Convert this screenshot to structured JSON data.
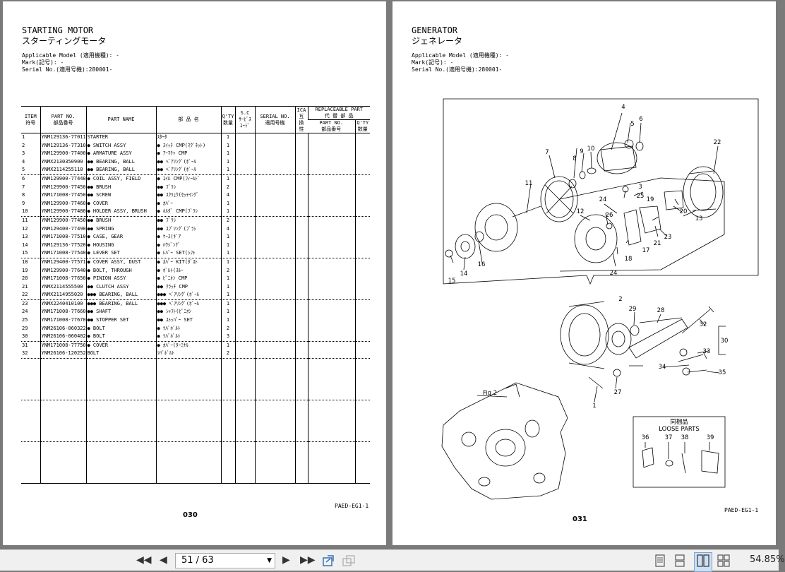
{
  "left_page": {
    "title_en": "STARTING MOTOR",
    "title_ja": "スターティングモータ",
    "applicable_model": "Applicable Model (適用機種): -",
    "mark": "Mark(記号): -",
    "serial_no": "Serial No.(適用号機):280001-",
    "headers": {
      "item": [
        "ITEM",
        "符号"
      ],
      "part_no": [
        "PART NO.",
        "部品番号"
      ],
      "part_name": "PART NAME",
      "buhin": "部 品 名",
      "qty": [
        "Q'TY",
        "数量"
      ],
      "sc": [
        "S.C",
        "ｻｰﾋﾞｽ",
        "ｺｰﾄﾞ"
      ],
      "serial": [
        "SERIAL NO.",
        "適用号機"
      ],
      "ica": [
        "ICA",
        "互",
        "換",
        "性"
      ],
      "replaceable": [
        "REPLACEABLE PART",
        "代 替 部 品"
      ],
      "rep_part_no": [
        "PART NO.",
        "部品番号"
      ],
      "rep_qty": [
        "Q'TY",
        "数量"
      ]
    },
    "groups": [
      [
        {
          "item": "1",
          "part_no": "YNM129136-77011",
          "name": "STARTER",
          "ja": "ｽﾀｰﾀ",
          "qty": "1"
        },
        {
          "item": "2",
          "part_no": "YNM129136-77310",
          "name": "● SWITCH ASSY",
          "ja": "● ｽｲｯﾁ CMP(ﾏｸﾞﾈｯﾄ)",
          "qty": "1"
        },
        {
          "item": "3",
          "part_no": "YNM129900-77400",
          "name": "● ARMATURE ASSY",
          "ja": "● ｱｰﾏﾁｬ CMP",
          "qty": "1"
        },
        {
          "item": "4",
          "part_no": "YNMX2130350900",
          "name": "●● BEARING, BALL",
          "ja": "●● ﾍﾞｱﾘﾝｸﾞ(ﾎﾞｰﾙ",
          "qty": "1"
        },
        {
          "item": "5",
          "part_no": "YNMX2114255110",
          "name": "●● BEARING, BALL",
          "ja": "●● ﾍﾞｱﾘﾝｸﾞ(ﾎﾞｰﾙ",
          "qty": "1"
        }
      ],
      [
        {
          "item": "6",
          "part_no": "YNM129900-77440",
          "name": "● COIL ASSY, FIELD",
          "ja": "● ｺｲﾙ CMP(ﾌｨｰﾙﾄﾞ",
          "qty": "1"
        },
        {
          "item": "7",
          "part_no": "YNM129900-77450",
          "name": "●● BRUSH",
          "ja": "●● ﾌﾞﾗｼ",
          "qty": "2"
        },
        {
          "item": "8",
          "part_no": "YNM171008-77450",
          "name": "●● SCREW",
          "ja": "●● ｽｸﾘｭｳ(ｾｯﾃｲﾝｸﾞ",
          "qty": "4"
        },
        {
          "item": "9",
          "part_no": "YNM129900-77460",
          "name": "● COVER",
          "ja": "● ｶﾊﾞｰ",
          "qty": "1"
        },
        {
          "item": "10",
          "part_no": "YNM129900-77480",
          "name": "● HOLDER ASSY, BRUSH",
          "ja": "● ﾎﾙﾀﾞ CMP(ﾌﾞﾗｼ",
          "qty": "1"
        }
      ],
      [
        {
          "item": "11",
          "part_no": "YNM129900-77450",
          "name": "●● BRUSH",
          "ja": "●● ﾌﾞﾗｼ",
          "qty": "2"
        },
        {
          "item": "12",
          "part_no": "YNM129400-77490",
          "name": "●● SPRING",
          "ja": "●● ｽﾌﾟﾘﾝｸﾞ(ﾌﾞﾗｼ",
          "qty": "4"
        },
        {
          "item": "13",
          "part_no": "YNM171008-77510",
          "name": "● CASE, GEAR",
          "ja": "● ｹｰｽ(ｷﾞｱ",
          "qty": "1"
        },
        {
          "item": "14",
          "part_no": "YNM129136-77520",
          "name": "● HOUSING",
          "ja": "● ﾊｳｼﾞﾝｸﾞ",
          "qty": "1"
        },
        {
          "item": "15",
          "part_no": "YNM171008-77540",
          "name": "● LEVER SET",
          "ja": "● ﾚﾊﾞｰ SET(ｼﾌﾄ",
          "qty": "1"
        }
      ],
      [
        {
          "item": "18",
          "part_no": "YNM129400-77571",
          "name": "● COVER ASSY, DUST",
          "ja": "● ｶﾊﾞｰ KIT(ﾀﾞｽﾄ",
          "qty": "1"
        },
        {
          "item": "19",
          "part_no": "YNM129900-77640",
          "name": "● BOLT, THROUGH",
          "ja": "● ﾎﾞﾙﾄ(ｽﾙｰ",
          "qty": "2"
        },
        {
          "item": "20",
          "part_no": "YNM171008-77650",
          "name": "● PINION ASSY",
          "ja": "● ﾋﾟﾆｵﾝ CMP",
          "qty": "1"
        },
        {
          "item": "21",
          "part_no": "YNMX2114555500",
          "name": "●● CLUTCH ASSY",
          "ja": "●● ｸﾗｯﾁ CMP",
          "qty": "1"
        },
        {
          "item": "22",
          "part_no": "YNMX2114955020",
          "name": "●●● BEARING, BALL",
          "ja": "●●● ﾍﾞｱﾘﾝｸﾞ(ﾎﾞｰﾙ",
          "qty": "1"
        }
      ],
      [
        {
          "item": "23",
          "part_no": "YNMX2240410100",
          "name": "●●● BEARING, BALL",
          "ja": "●●● ﾍﾞｱﾘﾝｸﾞ(ﾎﾞｰﾙ",
          "qty": "1"
        },
        {
          "item": "24",
          "part_no": "YNM171008-77660",
          "name": "●● SHAFT",
          "ja": "●● ｼｬﾌﾄ(ﾋﾟﾆｵﾝ",
          "qty": "1"
        },
        {
          "item": "25",
          "part_no": "YNM171008-77670",
          "name": "●● STOPPER SET",
          "ja": "●● ｽﾄｯﾊﾟｰ SET",
          "qty": "1"
        },
        {
          "item": "29",
          "part_no": "YNM26106-060322",
          "name": "● BOLT",
          "ja": "● ﾂﾊﾞﾎﾞﾙﾄ",
          "qty": "2"
        },
        {
          "item": "30",
          "part_no": "YNM26106-060402",
          "name": "● BOLT",
          "ja": "● ﾂﾊﾞﾎﾞﾙﾄ",
          "qty": "3"
        }
      ],
      [
        {
          "item": "31",
          "part_no": "YNM171008-77750",
          "name": "● COVER",
          "ja": "● ｶﾊﾞｰ(ﾀｰﾐﾅﾙ",
          "qty": "1"
        },
        {
          "item": "32",
          "part_no": "YNM26106-120252",
          "name": "BOLT",
          "ja": "ﾂﾊﾞﾎﾞﾙﾄ",
          "qty": "2"
        }
      ]
    ],
    "page_number": "030",
    "code": "PAED-EG1-1"
  },
  "right_page": {
    "title_en": "GENERATOR",
    "title_ja": "ジェネレータ",
    "applicable_model": "Applicable Model (適用機種): -",
    "mark": "Mark(記号): -",
    "serial_no": "Serial No.(適用号機):280001-",
    "callouts": [
      "1",
      "2",
      "3",
      "4",
      "5",
      "6",
      "7",
      "8",
      "9",
      "10",
      "11",
      "12",
      "13",
      "14",
      "15",
      "16",
      "17",
      "18",
      "19",
      "20",
      "21",
      "22",
      "23",
      "24",
      "24",
      "25",
      "26",
      "27",
      "28",
      "29",
      "30",
      "32",
      "33",
      "34",
      "35",
      "36",
      "37",
      "38",
      "39"
    ],
    "fig_label": "Fig 2",
    "loose_parts_ja": "同梱品",
    "loose_parts_en": "LOOSE PARTS",
    "page_number": "031",
    "code": "PAED-EG1-1"
  },
  "toolbar": {
    "page_value": "51 / 63",
    "zoom": "54.85%"
  }
}
